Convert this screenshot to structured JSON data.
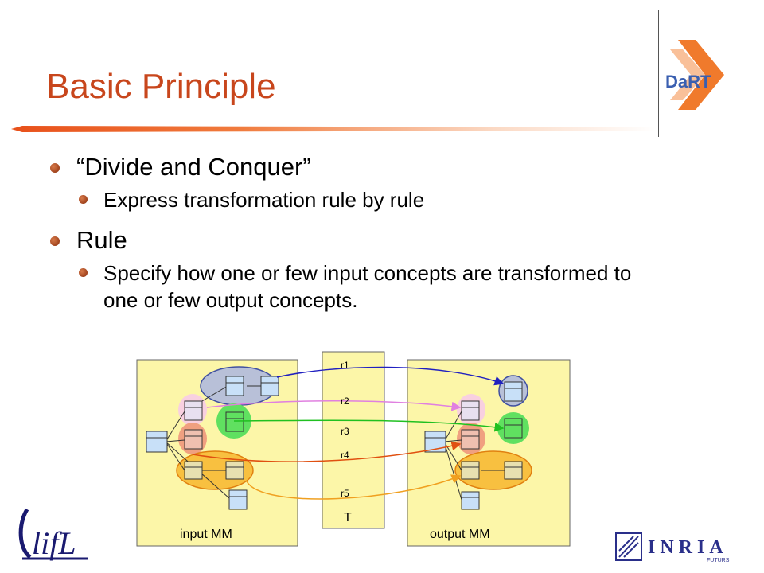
{
  "slide": {
    "title": "Basic Principle",
    "bullets": [
      {
        "text": "“Divide and Conquer”",
        "sub": [
          "Express transformation rule by rule"
        ]
      },
      {
        "text": "Rule",
        "sub": [
          "Specify how one or few input concepts are transformed to one or few output concepts."
        ]
      }
    ]
  },
  "diagram": {
    "input_label": "input MM",
    "output_label": "output MM",
    "transformation_label": "T",
    "rules": [
      "r1",
      "r2",
      "r3",
      "r4",
      "r5"
    ]
  },
  "logos": {
    "dart": "DaRT",
    "lifl": "lifL",
    "inria": "INRIA",
    "inria_sub": "FUTURS"
  },
  "colors": {
    "title": "#c8461c",
    "panel": "#fcf6a8",
    "r1": "#2020c0",
    "r2": "#e080e0",
    "r3": "#20c020",
    "r4": "#e05010",
    "r5": "#f0a020"
  }
}
